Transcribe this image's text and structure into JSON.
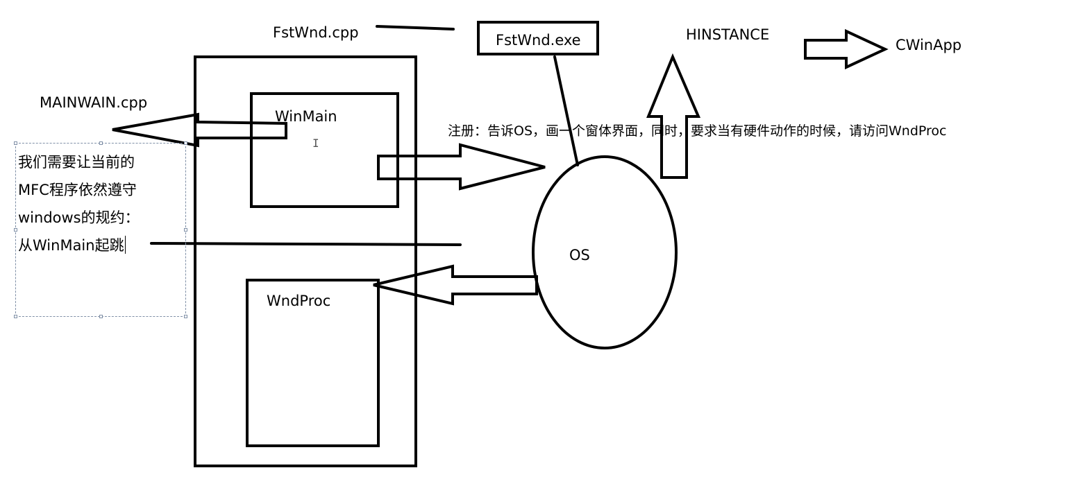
{
  "labels": {
    "fstwnd_cpp": "FstWnd.cpp",
    "fstwnd_exe": "FstWnd.exe",
    "hinstance": "HINSTANCE",
    "cwinapp": "CWinApp",
    "mainwain_cpp": "MAINWAIN.cpp",
    "winmain": "WinMain",
    "wndproc": "WndProc",
    "os": "OS",
    "register_note": "注册：告诉OS，画一个窗体界面，同时，要求当有硬件动作的时候，请访问WndProc"
  },
  "note": {
    "lines": [
      "我们需要让当前的",
      "MFC程序依然遵守",
      "windows的规约：",
      "从WinMain起跳"
    ]
  }
}
